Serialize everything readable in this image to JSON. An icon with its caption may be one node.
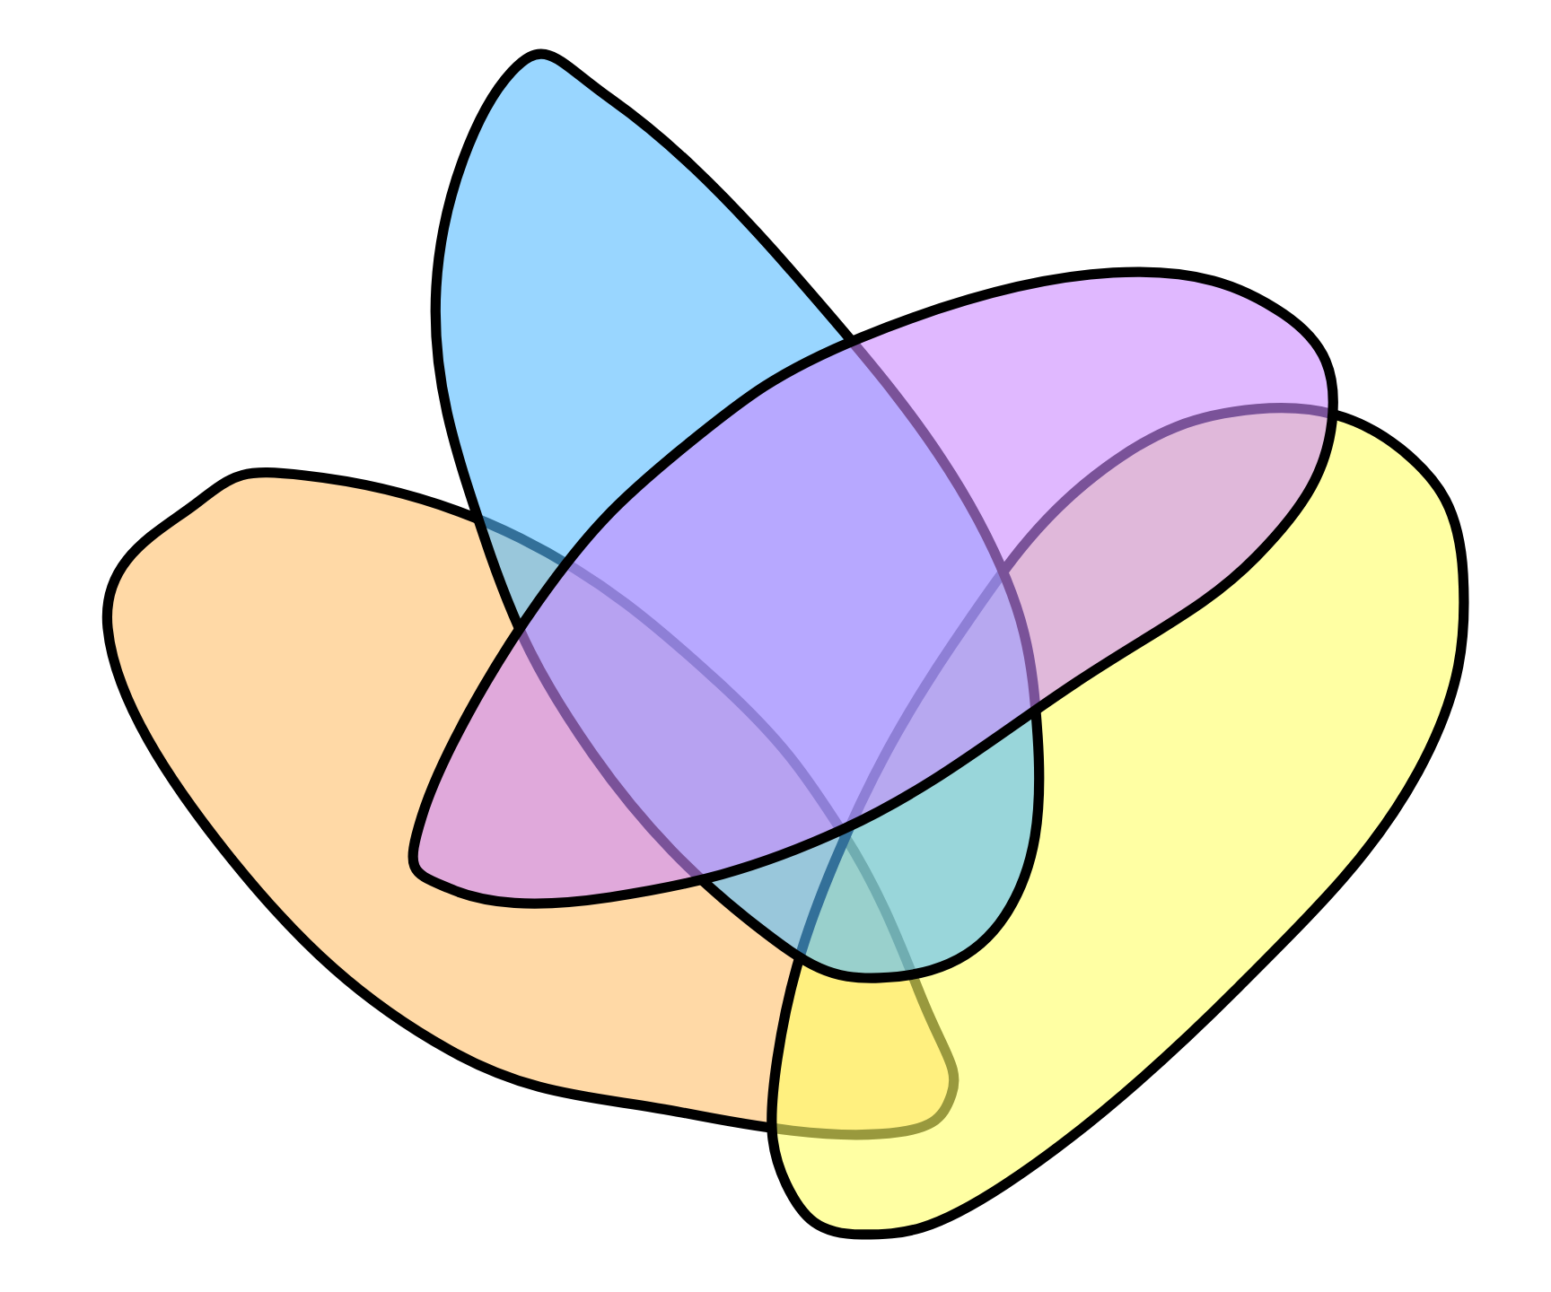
{
  "diagram": {
    "nodes": [
      {
        "text": [],
        "shape": "blob"
      },
      {
        "text": [],
        "shape": "blob"
      },
      {
        "text": [],
        "shape": "blob"
      },
      {
        "text": [],
        "shape": "blob"
      }
    ]
  }
}
